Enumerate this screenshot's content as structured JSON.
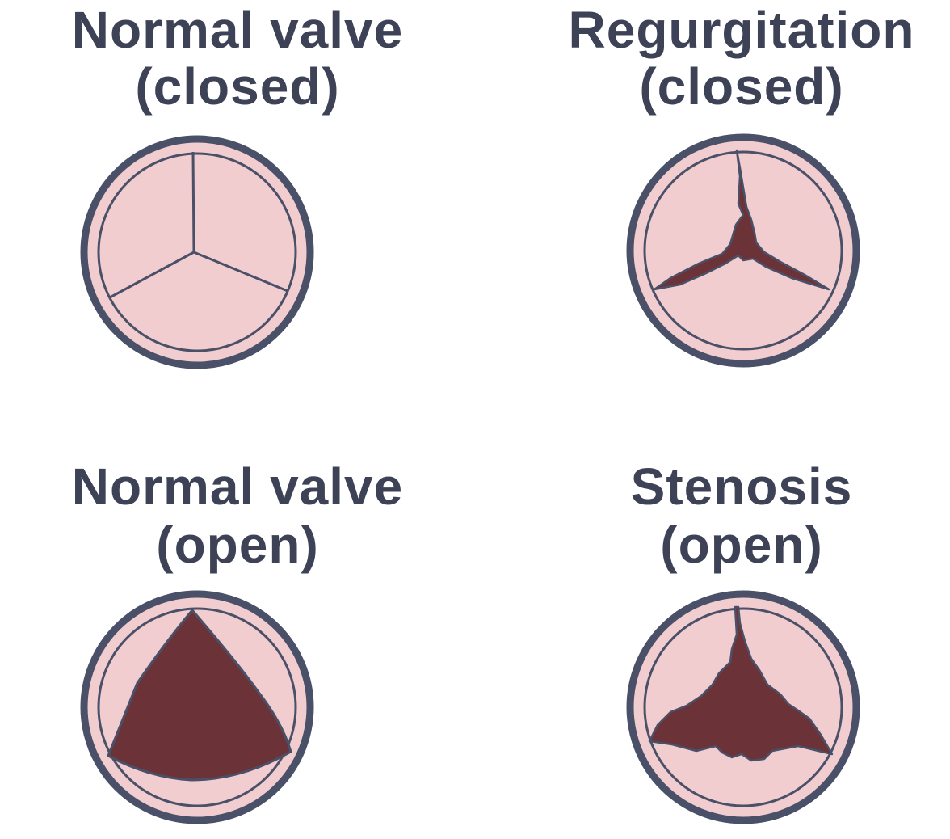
{
  "colors": {
    "title": "#3d4257",
    "ring": "#4a5068",
    "valve_fill": "#f2cdd0",
    "opening_fill": "#6b3338"
  },
  "panels": {
    "normal_closed": {
      "line1": "Normal valve",
      "line2": "(closed)"
    },
    "regurgitation_closed": {
      "line1": "Regurgitation",
      "line2": "(closed)"
    },
    "normal_open": {
      "line1": "Normal valve",
      "line2": "(open)"
    },
    "stenosis_open": {
      "line1": "Stenosis",
      "line2": "(open)"
    }
  }
}
